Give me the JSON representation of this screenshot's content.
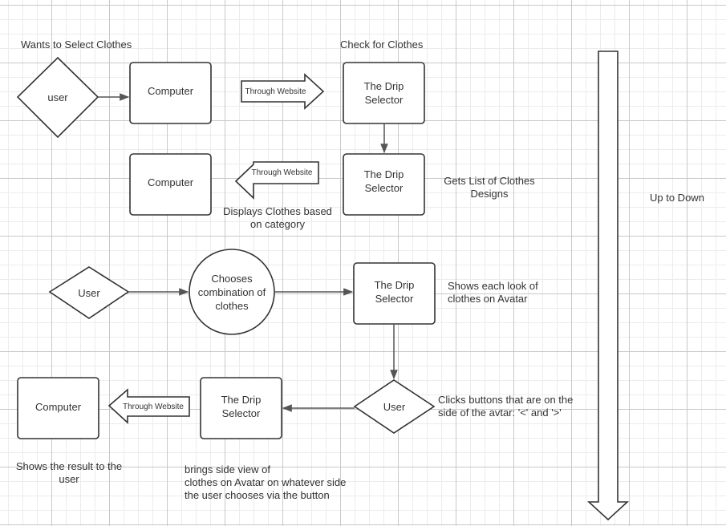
{
  "nodes": {
    "user1": "user",
    "computer1": "Computer",
    "drip1": "The Drip\nSelector",
    "computer2": "Computer",
    "drip2": "The Drip\nSelector",
    "user2": "User",
    "chooses": "Chooses\ncombination of\nclothes",
    "drip3": "The Drip\nSelector",
    "user3": "User",
    "drip4": "The Drip\nSelector",
    "computer3": "Computer"
  },
  "arrows": {
    "through_website_1": "Through Website",
    "through_website_2": "Through Website",
    "through_website_3": "Through Website"
  },
  "labels": {
    "wants_to_select": "Wants to Select Clothes",
    "check_for_clothes": "Check for Clothes",
    "gets_list": "Gets List of Clothes\nDesigns",
    "displays_clothes": "Displays Clothes based\non category",
    "shows_each_look": "Shows each look of\nclothes on Avatar",
    "clicks_buttons": "Clicks buttons that are on the\nside of the avtar:  '<' and '>'",
    "shows_result": "Shows the result to the\nuser",
    "brings_side_view": "brings side view of\nclothes on Avatar on whatever side\nthe user chooses via the button",
    "up_to_down": "Up to Down"
  }
}
